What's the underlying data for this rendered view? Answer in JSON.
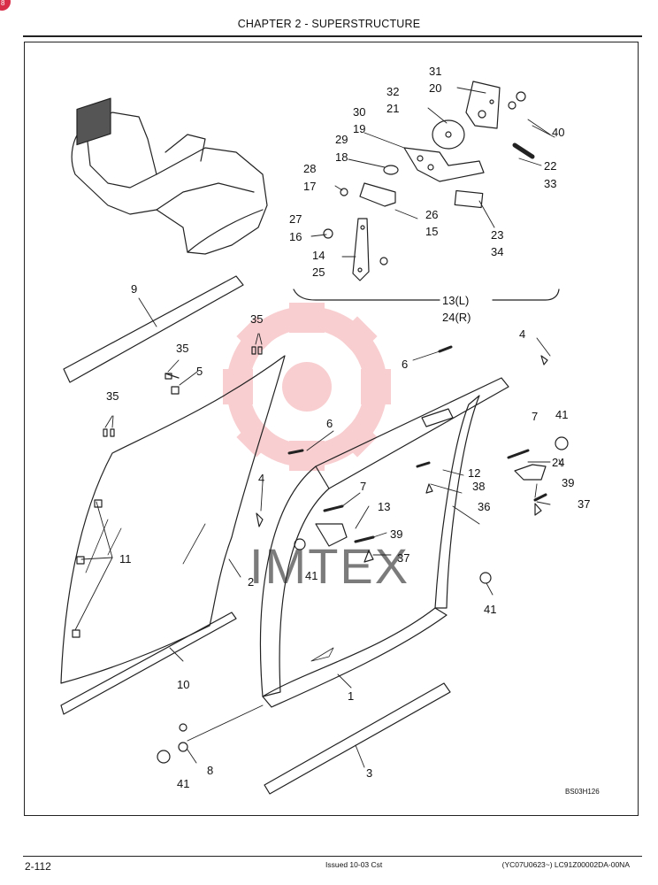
{
  "header": {
    "chapter": "CHAPTER 2 - SUPERSTRUCTURE"
  },
  "badge": {
    "text": "8",
    "color": "#d9304a"
  },
  "watermark": {
    "text": "IMTEX",
    "color": "#e8525a"
  },
  "figure": {
    "code": "BS03H126"
  },
  "callouts": [
    {
      "id": "c31",
      "text": "31"
    },
    {
      "id": "c20",
      "text": "20"
    },
    {
      "id": "c32",
      "text": "32"
    },
    {
      "id": "c21",
      "text": "21"
    },
    {
      "id": "c30",
      "text": "30"
    },
    {
      "id": "c19",
      "text": "19"
    },
    {
      "id": "c40",
      "text": "40"
    },
    {
      "id": "c29",
      "text": "29"
    },
    {
      "id": "c18",
      "text": "18"
    },
    {
      "id": "c22",
      "text": "22"
    },
    {
      "id": "c33",
      "text": "33"
    },
    {
      "id": "c28",
      "text": "28"
    },
    {
      "id": "c17",
      "text": "17"
    },
    {
      "id": "c26",
      "text": "26"
    },
    {
      "id": "c15",
      "text": "15"
    },
    {
      "id": "c27",
      "text": "27"
    },
    {
      "id": "c16",
      "text": "16"
    },
    {
      "id": "c23",
      "text": "23"
    },
    {
      "id": "c34",
      "text": "34"
    },
    {
      "id": "c14",
      "text": "14"
    },
    {
      "id": "c25",
      "text": "25"
    },
    {
      "id": "c13L",
      "text": "13(L)"
    },
    {
      "id": "c24R",
      "text": "24(R)"
    },
    {
      "id": "c9",
      "text": "9"
    },
    {
      "id": "c35a",
      "text": "35"
    },
    {
      "id": "c35b",
      "text": "35"
    },
    {
      "id": "c5",
      "text": "5"
    },
    {
      "id": "c35c",
      "text": "35"
    },
    {
      "id": "c4a",
      "text": "4"
    },
    {
      "id": "c6a",
      "text": "6"
    },
    {
      "id": "c6b",
      "text": "6"
    },
    {
      "id": "c7a",
      "text": "7"
    },
    {
      "id": "c41a",
      "text": "41"
    },
    {
      "id": "c24",
      "text": "24"
    },
    {
      "id": "c12",
      "text": "12"
    },
    {
      "id": "c38",
      "text": "38"
    },
    {
      "id": "c7b",
      "text": "7"
    },
    {
      "id": "c4b",
      "text": "4"
    },
    {
      "id": "c13",
      "text": "13"
    },
    {
      "id": "c36",
      "text": "36"
    },
    {
      "id": "c39a",
      "text": "39"
    },
    {
      "id": "c37a",
      "text": "37"
    },
    {
      "id": "c11",
      "text": "11"
    },
    {
      "id": "c39b",
      "text": "39"
    },
    {
      "id": "c41b",
      "text": "41"
    },
    {
      "id": "c37b",
      "text": "37"
    },
    {
      "id": "c2",
      "text": "2"
    },
    {
      "id": "c41c",
      "text": "41"
    },
    {
      "id": "c10",
      "text": "10"
    },
    {
      "id": "c1",
      "text": "1"
    },
    {
      "id": "c8",
      "text": "8"
    },
    {
      "id": "c3",
      "text": "3"
    },
    {
      "id": "c41d",
      "text": "41"
    }
  ],
  "footer": {
    "page": "2-112",
    "issue": "Issued 10-03   Cst",
    "code": "(YC07U0623~)   LC91Z00002DA-00NA"
  }
}
